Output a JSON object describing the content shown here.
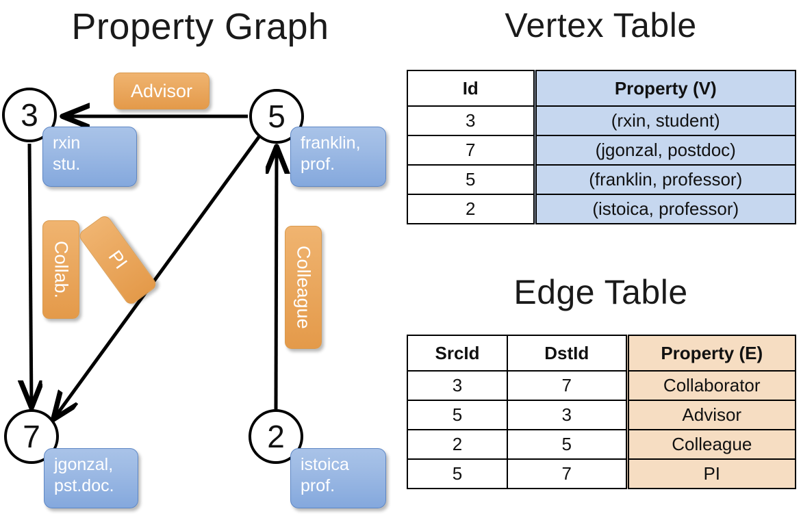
{
  "titles": {
    "property_graph": "Property Graph",
    "vertex_table": "Vertex Table",
    "edge_table": "Edge Table"
  },
  "colors": {
    "vertex_property_fill": "#c6d7ef",
    "edge_property_fill": "#f6ddc2",
    "vertex_box_blue": "#9dbae4",
    "edge_label_orange": "#eaa85f",
    "stroke": "#000000"
  },
  "graph": {
    "nodes": [
      {
        "id": "3",
        "property_label": "rxin\nstu.",
        "property_line1": "rxin",
        "property_line2": "stu."
      },
      {
        "id": "5",
        "property_label": "franklin,\nprof.",
        "property_line1": "franklin,",
        "property_line2": "prof."
      },
      {
        "id": "7",
        "property_label": "jgonzal,\npst.doc.",
        "property_line1": "jgonzal,",
        "property_line2": "pst.doc."
      },
      {
        "id": "2",
        "property_label": "istoica\nprof.",
        "property_line1": "istoica",
        "property_line2": "prof."
      }
    ],
    "edge_labels": [
      {
        "name": "advisor",
        "text": "Advisor",
        "orientation": "horizontal"
      },
      {
        "name": "collab",
        "text": "Collab.",
        "orientation": "vertical"
      },
      {
        "name": "pi",
        "text": "PI",
        "orientation": "vertical-rotated"
      },
      {
        "name": "colleague",
        "text": "Colleague",
        "orientation": "vertical"
      }
    ],
    "edges": [
      {
        "from": "5",
        "to": "3",
        "label": "Advisor"
      },
      {
        "from": "3",
        "to": "7",
        "label": "Collab."
      },
      {
        "from": "5",
        "to": "7",
        "label": "PI"
      },
      {
        "from": "2",
        "to": "5",
        "label": "Colleague"
      }
    ]
  },
  "vertex_table": {
    "headers": [
      "Id",
      "Property (V)"
    ],
    "rows": [
      {
        "id": "3",
        "property": "(rxin, student)"
      },
      {
        "id": "7",
        "property": "(jgonzal, postdoc)"
      },
      {
        "id": "5",
        "property": "(franklin, professor)"
      },
      {
        "id": "2",
        "property": "(istoica, professor)"
      }
    ]
  },
  "edge_table": {
    "headers": [
      "SrcId",
      "DstId",
      "Property (E)"
    ],
    "rows": [
      {
        "src": "3",
        "dst": "7",
        "property": "Collaborator"
      },
      {
        "src": "5",
        "dst": "3",
        "property": "Advisor"
      },
      {
        "src": "2",
        "dst": "5",
        "property": "Colleague"
      },
      {
        "src": "5",
        "dst": "7",
        "property": "PI"
      }
    ]
  }
}
